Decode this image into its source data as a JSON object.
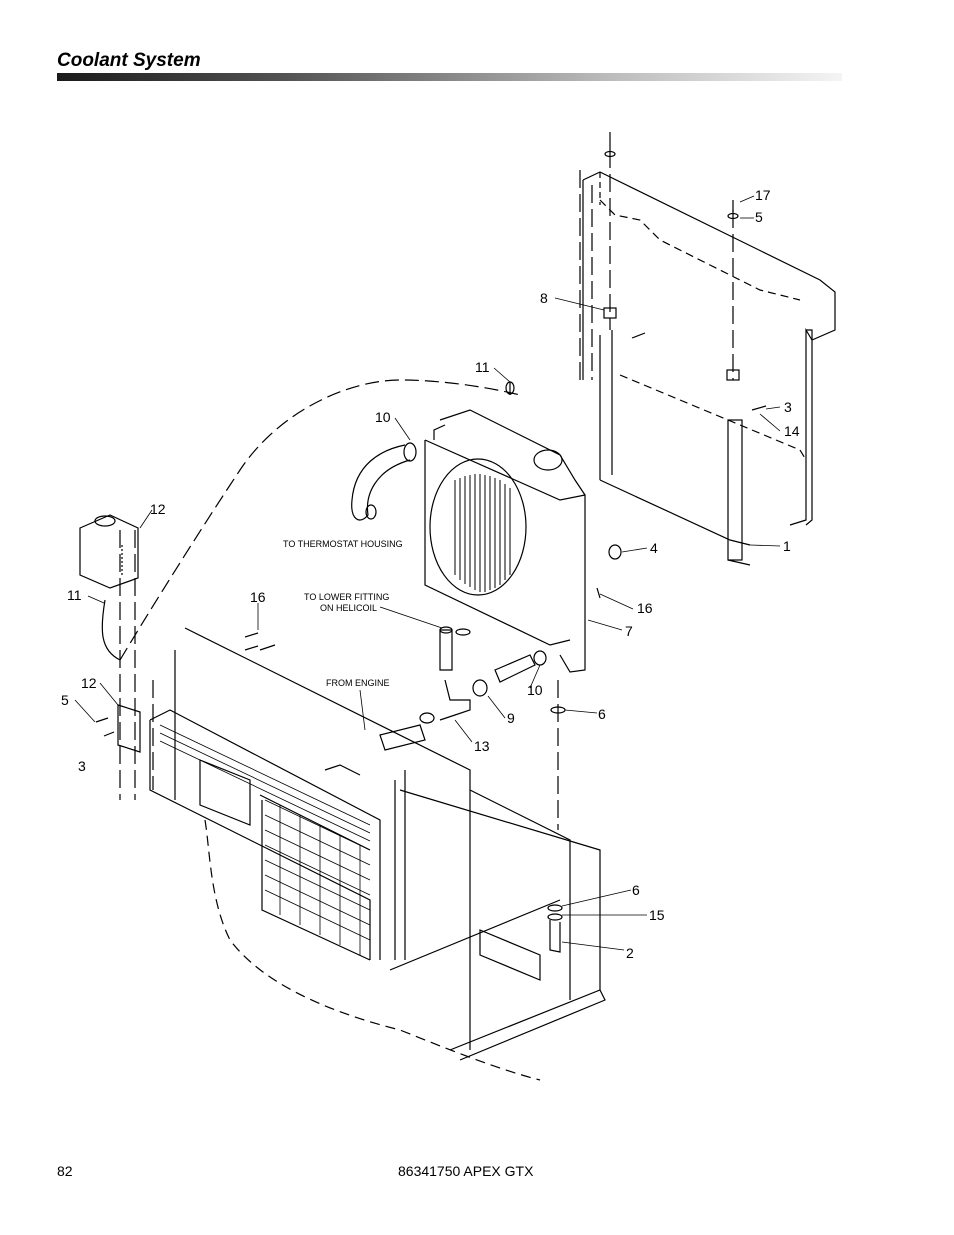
{
  "header": {
    "title": "Coolant System"
  },
  "callouts": [
    {
      "id": "c17a",
      "text": "17"
    },
    {
      "id": "c5a",
      "text": "5"
    },
    {
      "id": "c8",
      "text": "8"
    },
    {
      "id": "c11a",
      "text": "11"
    },
    {
      "id": "c3a",
      "text": "3"
    },
    {
      "id": "c14",
      "text": "14"
    },
    {
      "id": "c10a",
      "text": "10"
    },
    {
      "id": "c12a",
      "text": "12"
    },
    {
      "id": "c4",
      "text": "4"
    },
    {
      "id": "c1",
      "text": "1"
    },
    {
      "id": "c11b",
      "text": "11"
    },
    {
      "id": "c16a",
      "text": "16"
    },
    {
      "id": "c16b",
      "text": "16"
    },
    {
      "id": "c7",
      "text": "7"
    },
    {
      "id": "c12b",
      "text": "12"
    },
    {
      "id": "c5b",
      "text": "5"
    },
    {
      "id": "c10b",
      "text": "10"
    },
    {
      "id": "c9",
      "text": "9"
    },
    {
      "id": "c6a",
      "text": "6"
    },
    {
      "id": "c3b",
      "text": "3"
    },
    {
      "id": "c13",
      "text": "13"
    },
    {
      "id": "c6b",
      "text": "6"
    },
    {
      "id": "c15",
      "text": "15"
    },
    {
      "id": "c2",
      "text": "2"
    }
  ],
  "notes": {
    "thermostat": "TO THERMOSTAT HOUSING",
    "lower_fitting_1": "TO LOWER FITTING",
    "lower_fitting_2": "ON HELICOIL",
    "from_engine": "FROM ENGINE"
  },
  "footer": {
    "page_number": "82",
    "document": "86341750  APEX GTX"
  }
}
